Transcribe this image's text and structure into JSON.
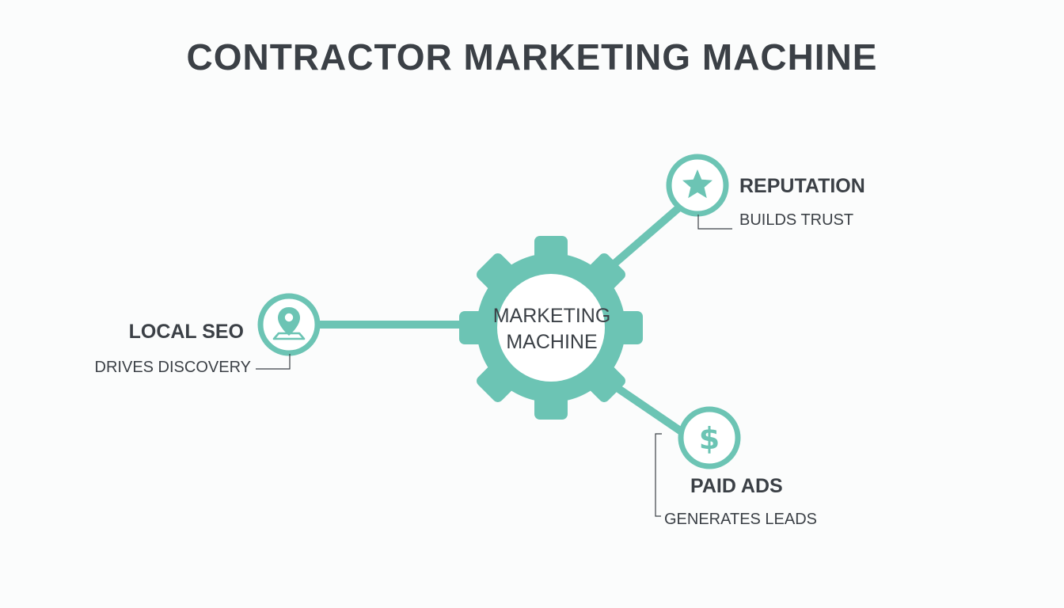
{
  "title": "CONTRACTOR MARKETING MACHINE",
  "colors": {
    "accent": "#6cc4b4",
    "text": "#3b4046",
    "background": "#fbfcfc"
  },
  "hub": {
    "line1": "MARKETING",
    "line2": "MACHINE",
    "icon": "gear-icon"
  },
  "nodes": {
    "reputation": {
      "title": "REPUTATION",
      "subtitle": "BUILDS TRUST",
      "icon": "star-icon"
    },
    "local_seo": {
      "title": "LOCAL SEO",
      "subtitle": "DRIVES DISCOVERY",
      "icon": "map-pin-icon"
    },
    "paid_ads": {
      "title": "PAID ADS",
      "subtitle": "GENERATES LEADS",
      "icon": "dollar-icon",
      "glyph": "$"
    }
  }
}
